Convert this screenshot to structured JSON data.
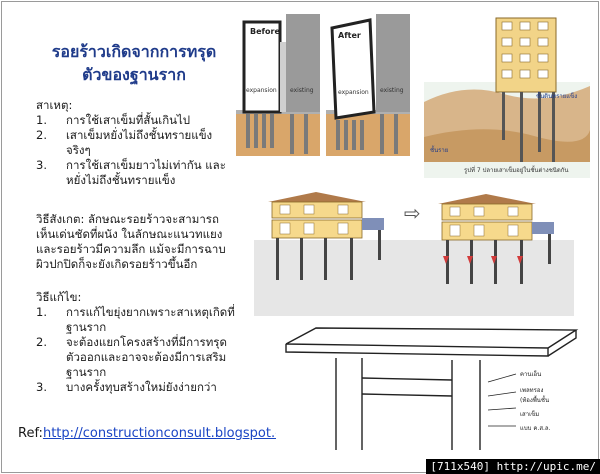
{
  "title": {
    "line1": "รอยร้าวเกิดจากการทรุด",
    "line2": "ตัวของฐานราก"
  },
  "causes": {
    "heading": "สาเหตุ:",
    "items": [
      {
        "num": "1.",
        "lines": [
          "การใช้เสาเข็มที่สั้นเกินไป"
        ]
      },
      {
        "num": "2.",
        "lines": [
          "เสาเข็มหยั่งไม่ถึงชั้นทรายแข็ง",
          "จริงๆ"
        ]
      },
      {
        "num": "3.",
        "lines": [
          "การใช้เสาเข็มยาวไม่เท่ากัน และ",
          "หยั่งไม่ถึงชั้นทรายแข็ง"
        ]
      }
    ]
  },
  "observation": {
    "lines": [
      "วิธีสังเกต: ลักษณะรอยร้าวจะสามารถ",
      "เห็นเด่นชัดที่ผนัง ในลักษณะแนวทแยง",
      "และรอยร้าวมีความลึก แม้จะมีการฉาบ",
      "ผิวปกปิดก็จะยังเกิดรอยร้าวขึ้นอีก"
    ]
  },
  "fixes": {
    "heading": "วิธีแก้ไข:",
    "items": [
      {
        "num": "1.",
        "lines": [
          "การแก้ไขยุ่งยากเพราะสาเหตุเกิดที่",
          "ฐานราก"
        ]
      },
      {
        "num": "2.",
        "lines": [
          "จะต้องแยกโครงสร้างที่มีการทรุด",
          "ตัวออกและอาจจะต้องมีการเสริม",
          "ฐานราก"
        ]
      },
      {
        "num": "3.",
        "lines": [
          "บางครั้งทุบสร้างใหม่ยังง่ายกว่า"
        ]
      }
    ]
  },
  "reference": {
    "label": "Ref:",
    "link": "http://constructionconsult.blogspot.com"
  },
  "figures": {
    "before_after": {
      "before_label": "Before",
      "after_label": "After",
      "expansion_label": "expansion",
      "existing_label": "existing"
    },
    "building_piles": {
      "sand_layer_label": "ชั้นดินทรายแข็ง",
      "soft_layer_label": "ชั้นราย",
      "caption": "รูปที่ 7 ปลายเสาเข็มอยู่ในชั้นต่างชนิดกัน"
    },
    "settlement_compare": {
      "arrow_glyph": "⇨"
    },
    "beam_detail": {
      "labels": [
        "คานเอ็น",
        "เพลทรอง",
        "(ท้องพื้นชั้น",
        "เสาเข็ม",
        "แบบ ค.ส.ล."
      ]
    }
  },
  "watermark": "[711x540] http://upic.me/"
}
